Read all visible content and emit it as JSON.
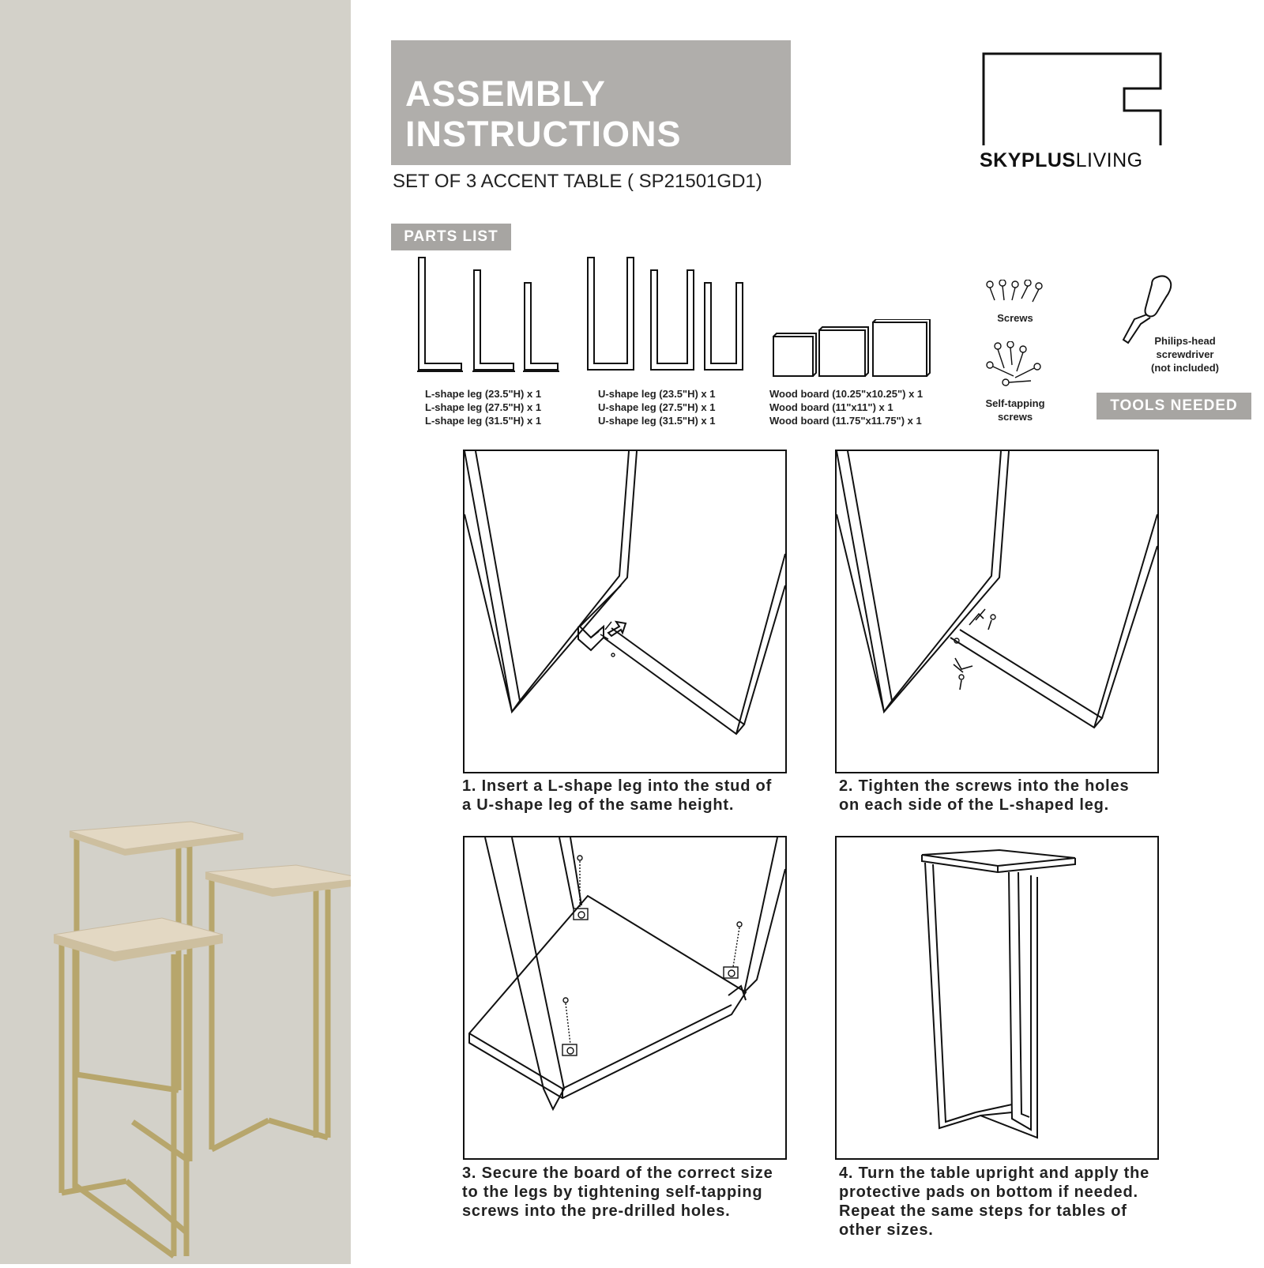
{
  "header": {
    "title_line1": "ASSEMBLY",
    "title_line2": "INSTRUCTIONS",
    "subtitle": "SET OF 3 ACCENT TABLE ( SP21501GD1)"
  },
  "brand": {
    "bold": "SKYPLUS",
    "light": "LIVING"
  },
  "parts_list": {
    "label": "PARTS LIST",
    "l_legs": [
      "L-shape leg (23.5\"H) x 1",
      "L-shape leg (27.5\"H) x 1",
      "L-shape leg (31.5\"H) x 1"
    ],
    "u_legs": [
      "U-shape leg (23.5\"H) x 1",
      "U-shape leg (27.5\"H) x 1",
      "U-shape leg (31.5\"H) x 1"
    ],
    "boards": [
      "Wood board (10.25\"x10.25\") x 1",
      "Wood board (11\"x11\") x 1",
      "Wood board (11.75\"x11.75\") x 1"
    ],
    "screws": "Screws",
    "self_tapping_1": "Self-tapping",
    "self_tapping_2": "screws"
  },
  "tools": {
    "label": "TOOLS NEEDED",
    "line1": "Philips-head",
    "line2": "screwdriver",
    "line3": "(not included)"
  },
  "steps": [
    {
      "lines": [
        "1. Insert a L-shape leg into the stud of",
        "a U-shape leg of the same height."
      ]
    },
    {
      "lines": [
        "2. Tighten the screws into the holes",
        "on each side of the L-shaped leg."
      ]
    },
    {
      "lines": [
        "3. Secure the board of the correct size",
        "to the legs by tightening self-tapping",
        "screws into the pre-drilled holes."
      ]
    },
    {
      "lines": [
        "4. Turn the table upright and apply the",
        "protective pads on bottom if needed.",
        "Repeat the same steps for tables of",
        "other sizes."
      ]
    }
  ],
  "colors": {
    "side_panel": "#d3d1c9",
    "tag_gray": "#a7a5a2",
    "title_gray": "#b0aeab",
    "gold": "#b7a66c"
  }
}
